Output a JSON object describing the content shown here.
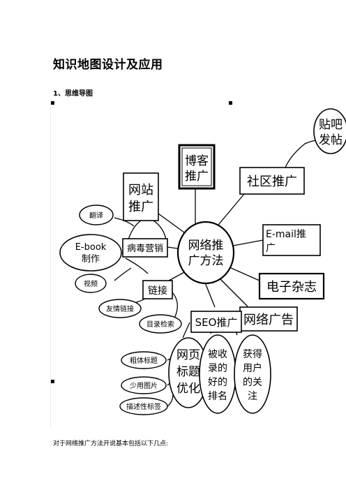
{
  "document": {
    "title": "知识地图设计及应用",
    "section_heading": "1、思维导图",
    "body_text": "对于网络推广方法开说基本包括以下几点:"
  },
  "mindmap": {
    "center": [
      "网络推",
      "广方法"
    ],
    "nodes": {
      "blog": [
        "博客",
        "推广"
      ],
      "website": [
        "网站",
        "推广"
      ],
      "community": "社区推广",
      "email": [
        "E-mail推",
        "广"
      ],
      "magazine": "电子杂志",
      "ad": "网络广告",
      "seo": "SEO推广",
      "link": "链接",
      "virus": "病毒营销",
      "ebook": [
        "E-book",
        "制作"
      ],
      "translate": "翻译",
      "video": "视频",
      "friend_link": "友情链接",
      "directory": "目录检索",
      "tieba": [
        "贴吧",
        "发帖"
      ],
      "page_title": [
        "网页",
        "标题",
        "优化"
      ],
      "ranking": [
        "被收",
        "录的",
        "好的",
        "排名"
      ],
      "attention": [
        "获得",
        "用户",
        "的关",
        "注"
      ],
      "bold_title": "粗体标题",
      "less_image": "少用图片",
      "desc_tag": "描述性标签"
    }
  }
}
